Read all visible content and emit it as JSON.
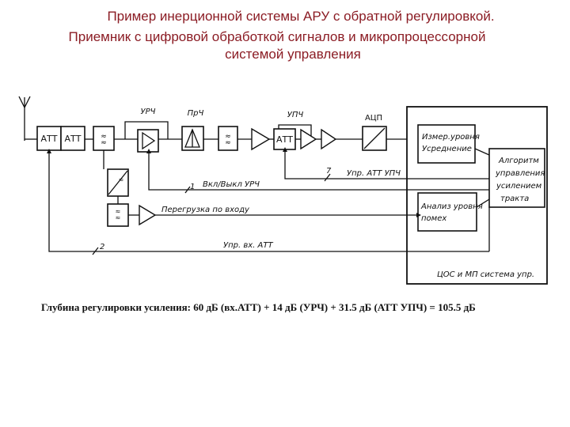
{
  "title": {
    "line1": "Пример инерционной системы АРУ с обратной регулировкой.",
    "line2": "Приемник с цифровой обработкой сигналов и микропроцессорной",
    "line3": "системой управления"
  },
  "blocks": {
    "att1": "АТТ",
    "att2": "АТТ",
    "urch": "УРЧ",
    "prch": "ПрЧ",
    "upch": "УПЧ",
    "att_upch": "АТТ",
    "acp": "АЦП",
    "measure_line1": "Измер.уровня",
    "measure_line2": "Усреднение",
    "algo_line1": "Алгоритм",
    "algo_line2": "управления",
    "algo_line3": "усилением",
    "algo_line4": "тракта",
    "noise_line1": "Анализ уровня",
    "noise_line2": "помех",
    "dsp_label": "ЦОС и МП система упр."
  },
  "signals": {
    "urch_switch": "Вкл/Выкл УРЧ",
    "overload": "Перегрузка по входу",
    "input_att": "Упр. вх. АТТ",
    "upch_att": "Упр. АТТ УПЧ",
    "n1": "1",
    "n2": "2",
    "n7": "7"
  },
  "caption": "Глубина регулировки усиления: 60 дБ (вх.АТТ) + 14 дБ (УРЧ) + 31.5 дБ (АТТ УПЧ) = 105.5 дБ"
}
